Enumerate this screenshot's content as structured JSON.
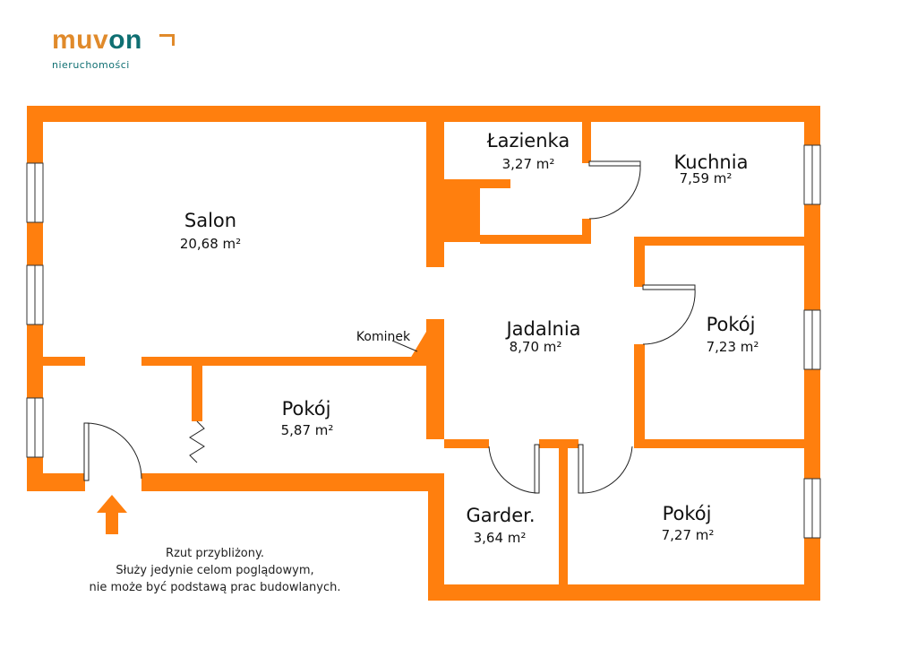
{
  "brand": {
    "name_part1": "muv",
    "name_part2": "on",
    "tagline": "nieruchomości"
  },
  "rooms": {
    "salon": {
      "name": "Salon",
      "area": "20,68 m²"
    },
    "lazienka": {
      "name": "Łazienka",
      "area": "3,27 m²"
    },
    "kuchnia": {
      "name": "Kuchnia",
      "area": "7,59 m²"
    },
    "jadalnia": {
      "name": "Jadalnia",
      "area": "8,70 m²"
    },
    "pokoj_east": {
      "name": "Pokój",
      "area": "7,23 m²"
    },
    "pokoj_mid": {
      "name": "Pokój",
      "area": "5,87 m²"
    },
    "garderoba": {
      "name": "Garder.",
      "area": "3,64 m²"
    },
    "pokoj_south": {
      "name": "Pokój",
      "area": "7,27 m²"
    }
  },
  "labels": {
    "kominek": "Kominek"
  },
  "note": {
    "line1": "Rzut przybliżony.",
    "line2": "Służy jedynie celom poglądowym,",
    "line3": "nie może być podstawą prac budowlanych."
  },
  "colors": {
    "wall": "#ff7f0e",
    "brand_orange": "#e08a2b",
    "brand_teal": "#0f6f72"
  }
}
